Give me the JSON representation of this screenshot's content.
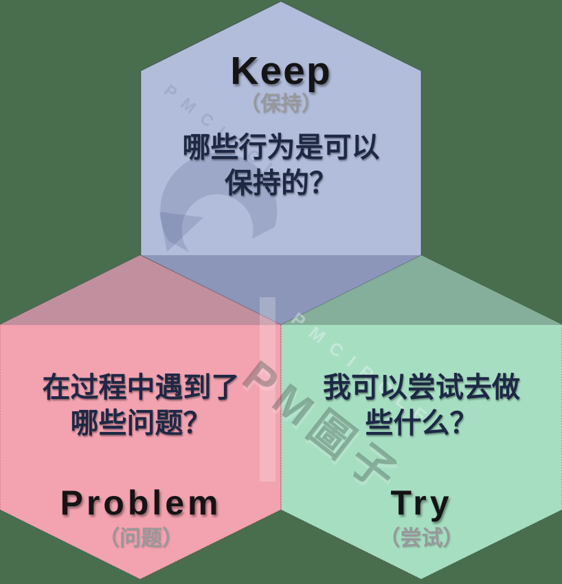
{
  "colors": {
    "background": "#486e4e",
    "keep_fill": "#b2bcdb",
    "keep_shade": "#8c96b8",
    "problem_fill": "#f3a2b0",
    "problem_shade": "#c28f9e",
    "try_fill": "#a6dec2",
    "try_shade": "#86af9b",
    "title_text": "#141414",
    "paren_text": "#97989a",
    "question_text": "#1d2845"
  },
  "hexagons": {
    "keep": {
      "title": "Keep",
      "subtitle": "（保持）",
      "question_line1": "哪些行为是可以",
      "question_line2": "保持的？"
    },
    "problem": {
      "title": "Problem",
      "subtitle": "（问题）",
      "question_line1": "在过程中遇到了",
      "question_line2": "哪些问题？"
    },
    "try": {
      "title": "Try",
      "subtitle": "（尝试）",
      "question_line1": "我可以尝试去做",
      "question_line2": "些什么？"
    }
  },
  "watermark": {
    "brand_small": "PMCIRCLE",
    "brand_large": "PM圖子"
  }
}
